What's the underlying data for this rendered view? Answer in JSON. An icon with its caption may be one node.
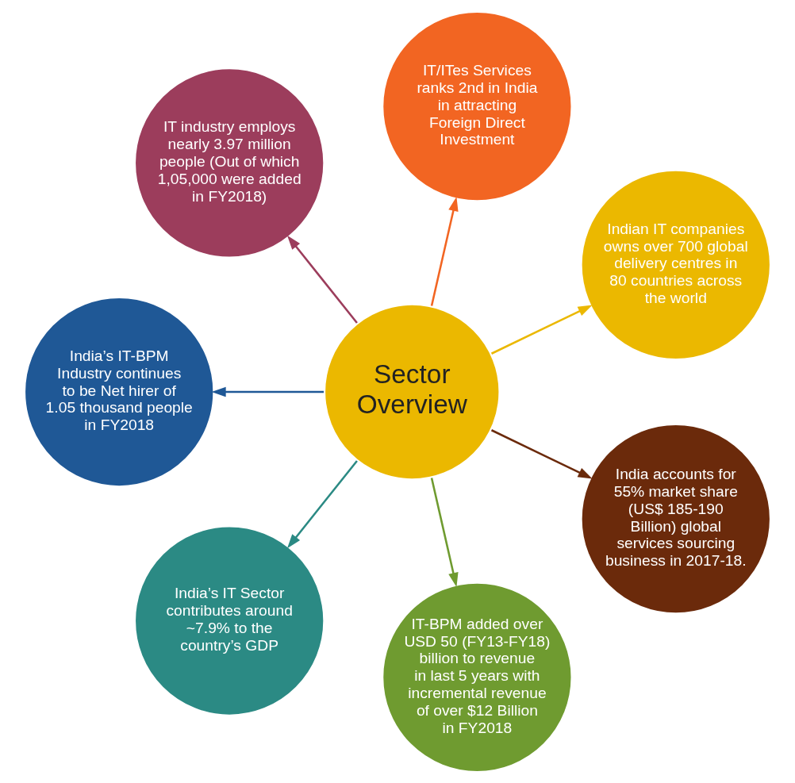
{
  "diagram": {
    "nodes": [
      {
        "text": [
          "Sector Overview"
        ]
      },
      {
        "text": [
          "Indian IT companies owns over 700 global delivery centres in 80 countries across the world"
        ]
      },
      {
        "text": [
          "IT/ITes Services ranks 2nd in India in attracting Foreign Direct Investment"
        ]
      },
      {
        "text": [
          "IT industry employs nearly 3.97 million people (Out of which 1,05,000 were added in FY2018)"
        ]
      },
      {
        "text": [
          "India’s IT-BPM Industry continues to be Net hirer of 1.05 thousand people in FY2018"
        ]
      },
      {
        "text": [
          "India’s IT Sector contributes around ~7.9% to the country’s GDP"
        ]
      },
      {
        "text": [
          "IT-BPM added over USD 50 (FY13-FY18) billion to revenue in last 5 years with incremental revenue of over $12 Billion in FY2018"
        ]
      },
      {
        "text": [
          "India accounts for 55% market share (US$ 185-190 Billion) global services sourcing business in 2017-18."
        ]
      }
    ],
    "edges": [
      {
        "from": 0,
        "to": 1,
        "arrow": "to",
        "color": "#ebb800"
      },
      {
        "from": 0,
        "to": 2,
        "arrow": "to",
        "color": "#f26522"
      },
      {
        "from": 0,
        "to": 3,
        "arrow": "to",
        "color": "#9c3d5c"
      },
      {
        "from": 0,
        "to": 4,
        "arrow": "to",
        "color": "#1f5896"
      },
      {
        "from": 0,
        "to": 5,
        "arrow": "to",
        "color": "#2b8a84"
      },
      {
        "from": 0,
        "to": 6,
        "arrow": "to",
        "color": "#6f9b30"
      },
      {
        "from": 0,
        "to": 7,
        "arrow": "to",
        "color": "#6b2a0b"
      }
    ]
  }
}
